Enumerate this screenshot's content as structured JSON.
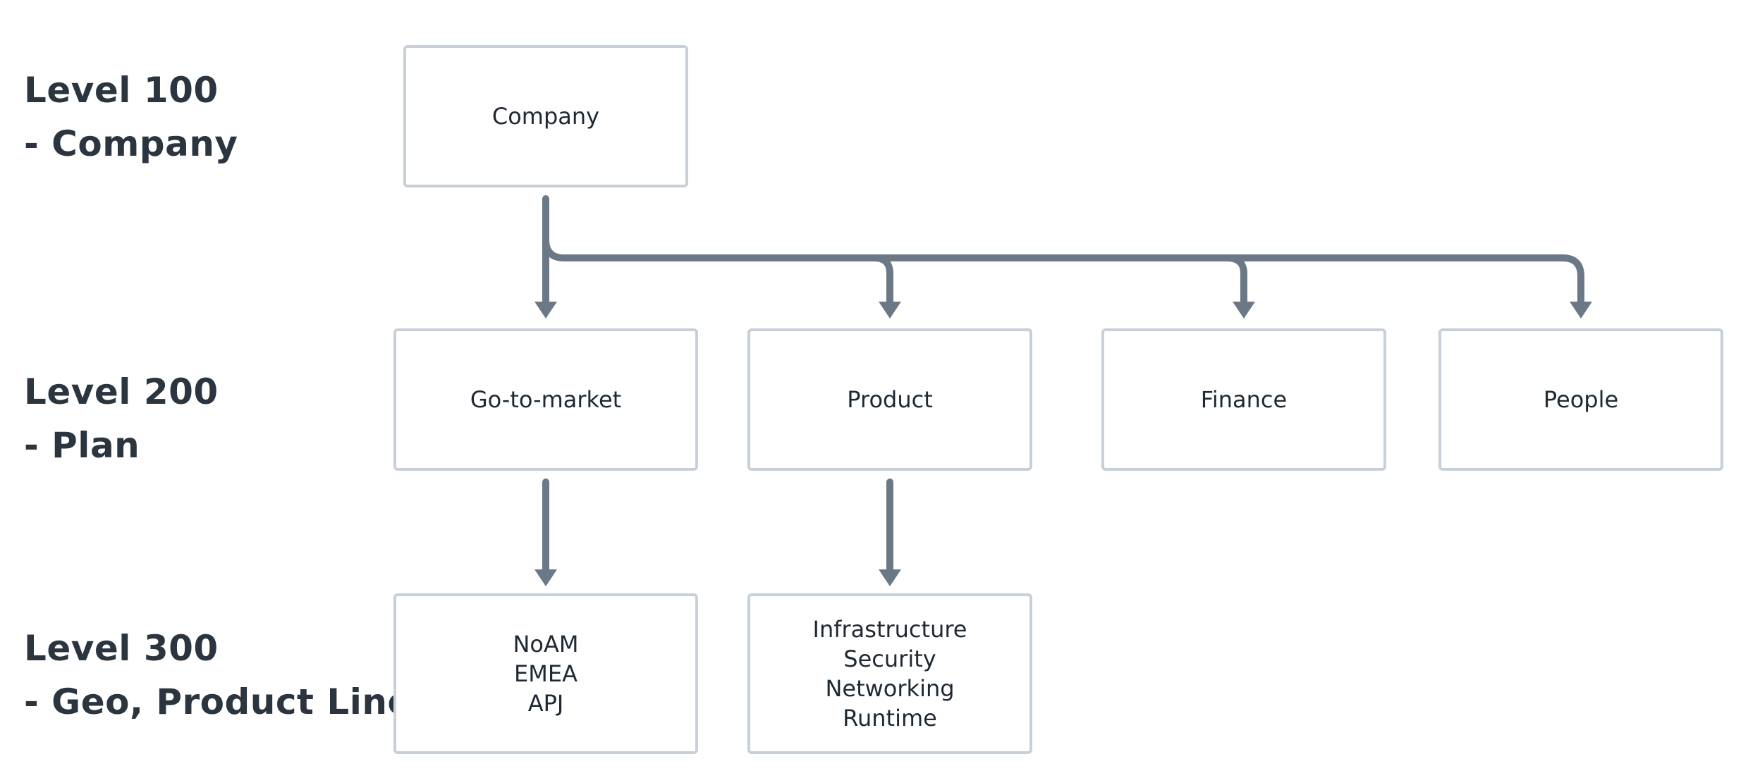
{
  "levels": [
    {
      "title": "Level 100",
      "subtitle": "- Company"
    },
    {
      "title": "Level 200",
      "subtitle": "- Plan"
    },
    {
      "title": "Level 300",
      "subtitle": "- Geo, Product Line"
    }
  ],
  "nodes": {
    "company": {
      "label": "Company"
    },
    "go_to_market": {
      "label": "Go-to-market"
    },
    "product": {
      "label": "Product"
    },
    "finance": {
      "label": "Finance"
    },
    "people": {
      "label": "People"
    },
    "gtm_children": {
      "lines": [
        "NoAM",
        "EMEA",
        "APJ"
      ]
    },
    "product_children": {
      "lines": [
        "Infrastructure",
        "Security",
        "Networking",
        "Runtime"
      ]
    }
  },
  "edges": [
    {
      "from": "Company",
      "to": "Go-to-market"
    },
    {
      "from": "Company",
      "to": "Product"
    },
    {
      "from": "Company",
      "to": "Finance"
    },
    {
      "from": "Company",
      "to": "People"
    },
    {
      "from": "Go-to-market",
      "to": "NoAM / EMEA / APJ"
    },
    {
      "from": "Product",
      "to": "Infrastructure / Security / Networking / Runtime"
    }
  ],
  "colors": {
    "connector": "#6b7986",
    "box_border": "#c7d0d9",
    "label_text": "#2b3540"
  }
}
